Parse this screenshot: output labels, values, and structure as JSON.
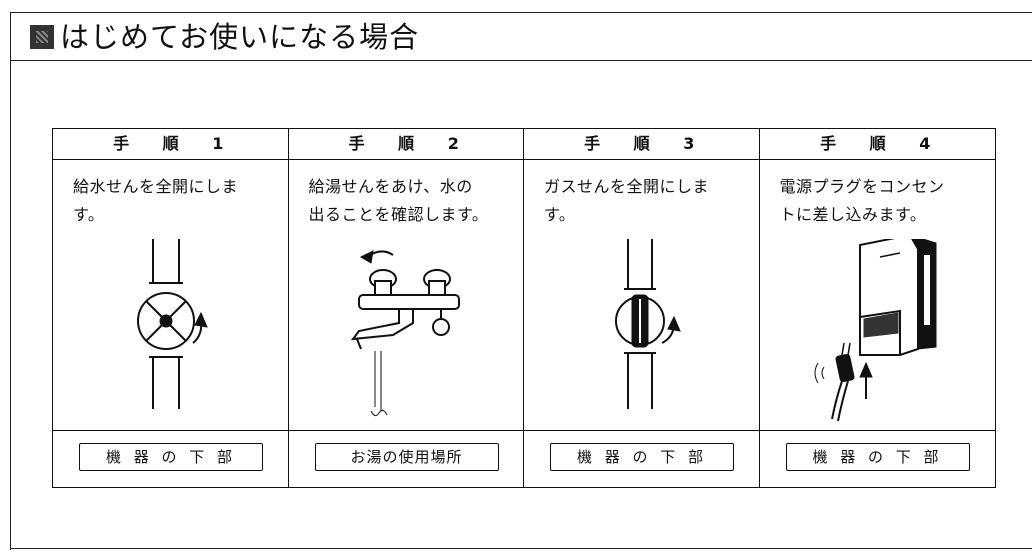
{
  "title": "はじめてお使いになる場合",
  "steps": [
    {
      "header": "手 順 1",
      "lines": [
        "給水せんを全開にしま",
        "す。"
      ],
      "location": "機 器 の 下 部",
      "illustration": "water-valve-icon"
    },
    {
      "header": "手 順 2",
      "lines": [
        "給湯せんをあけ、水の",
        "出ることを確認します。"
      ],
      "location": "お湯の使用場所",
      "illustration": "hot-water-faucet-icon"
    },
    {
      "header": "手 順 3",
      "lines": [
        "ガスせんを全開にしま",
        "す。"
      ],
      "location": "機 器 の 下 部",
      "illustration": "gas-valve-icon"
    },
    {
      "header": "手 順 4",
      "lines": [
        "電源プラグをコンセン",
        "トに差し込みます。"
      ],
      "location": "機 器 の 下 部",
      "illustration": "power-plug-outlet-icon"
    }
  ]
}
